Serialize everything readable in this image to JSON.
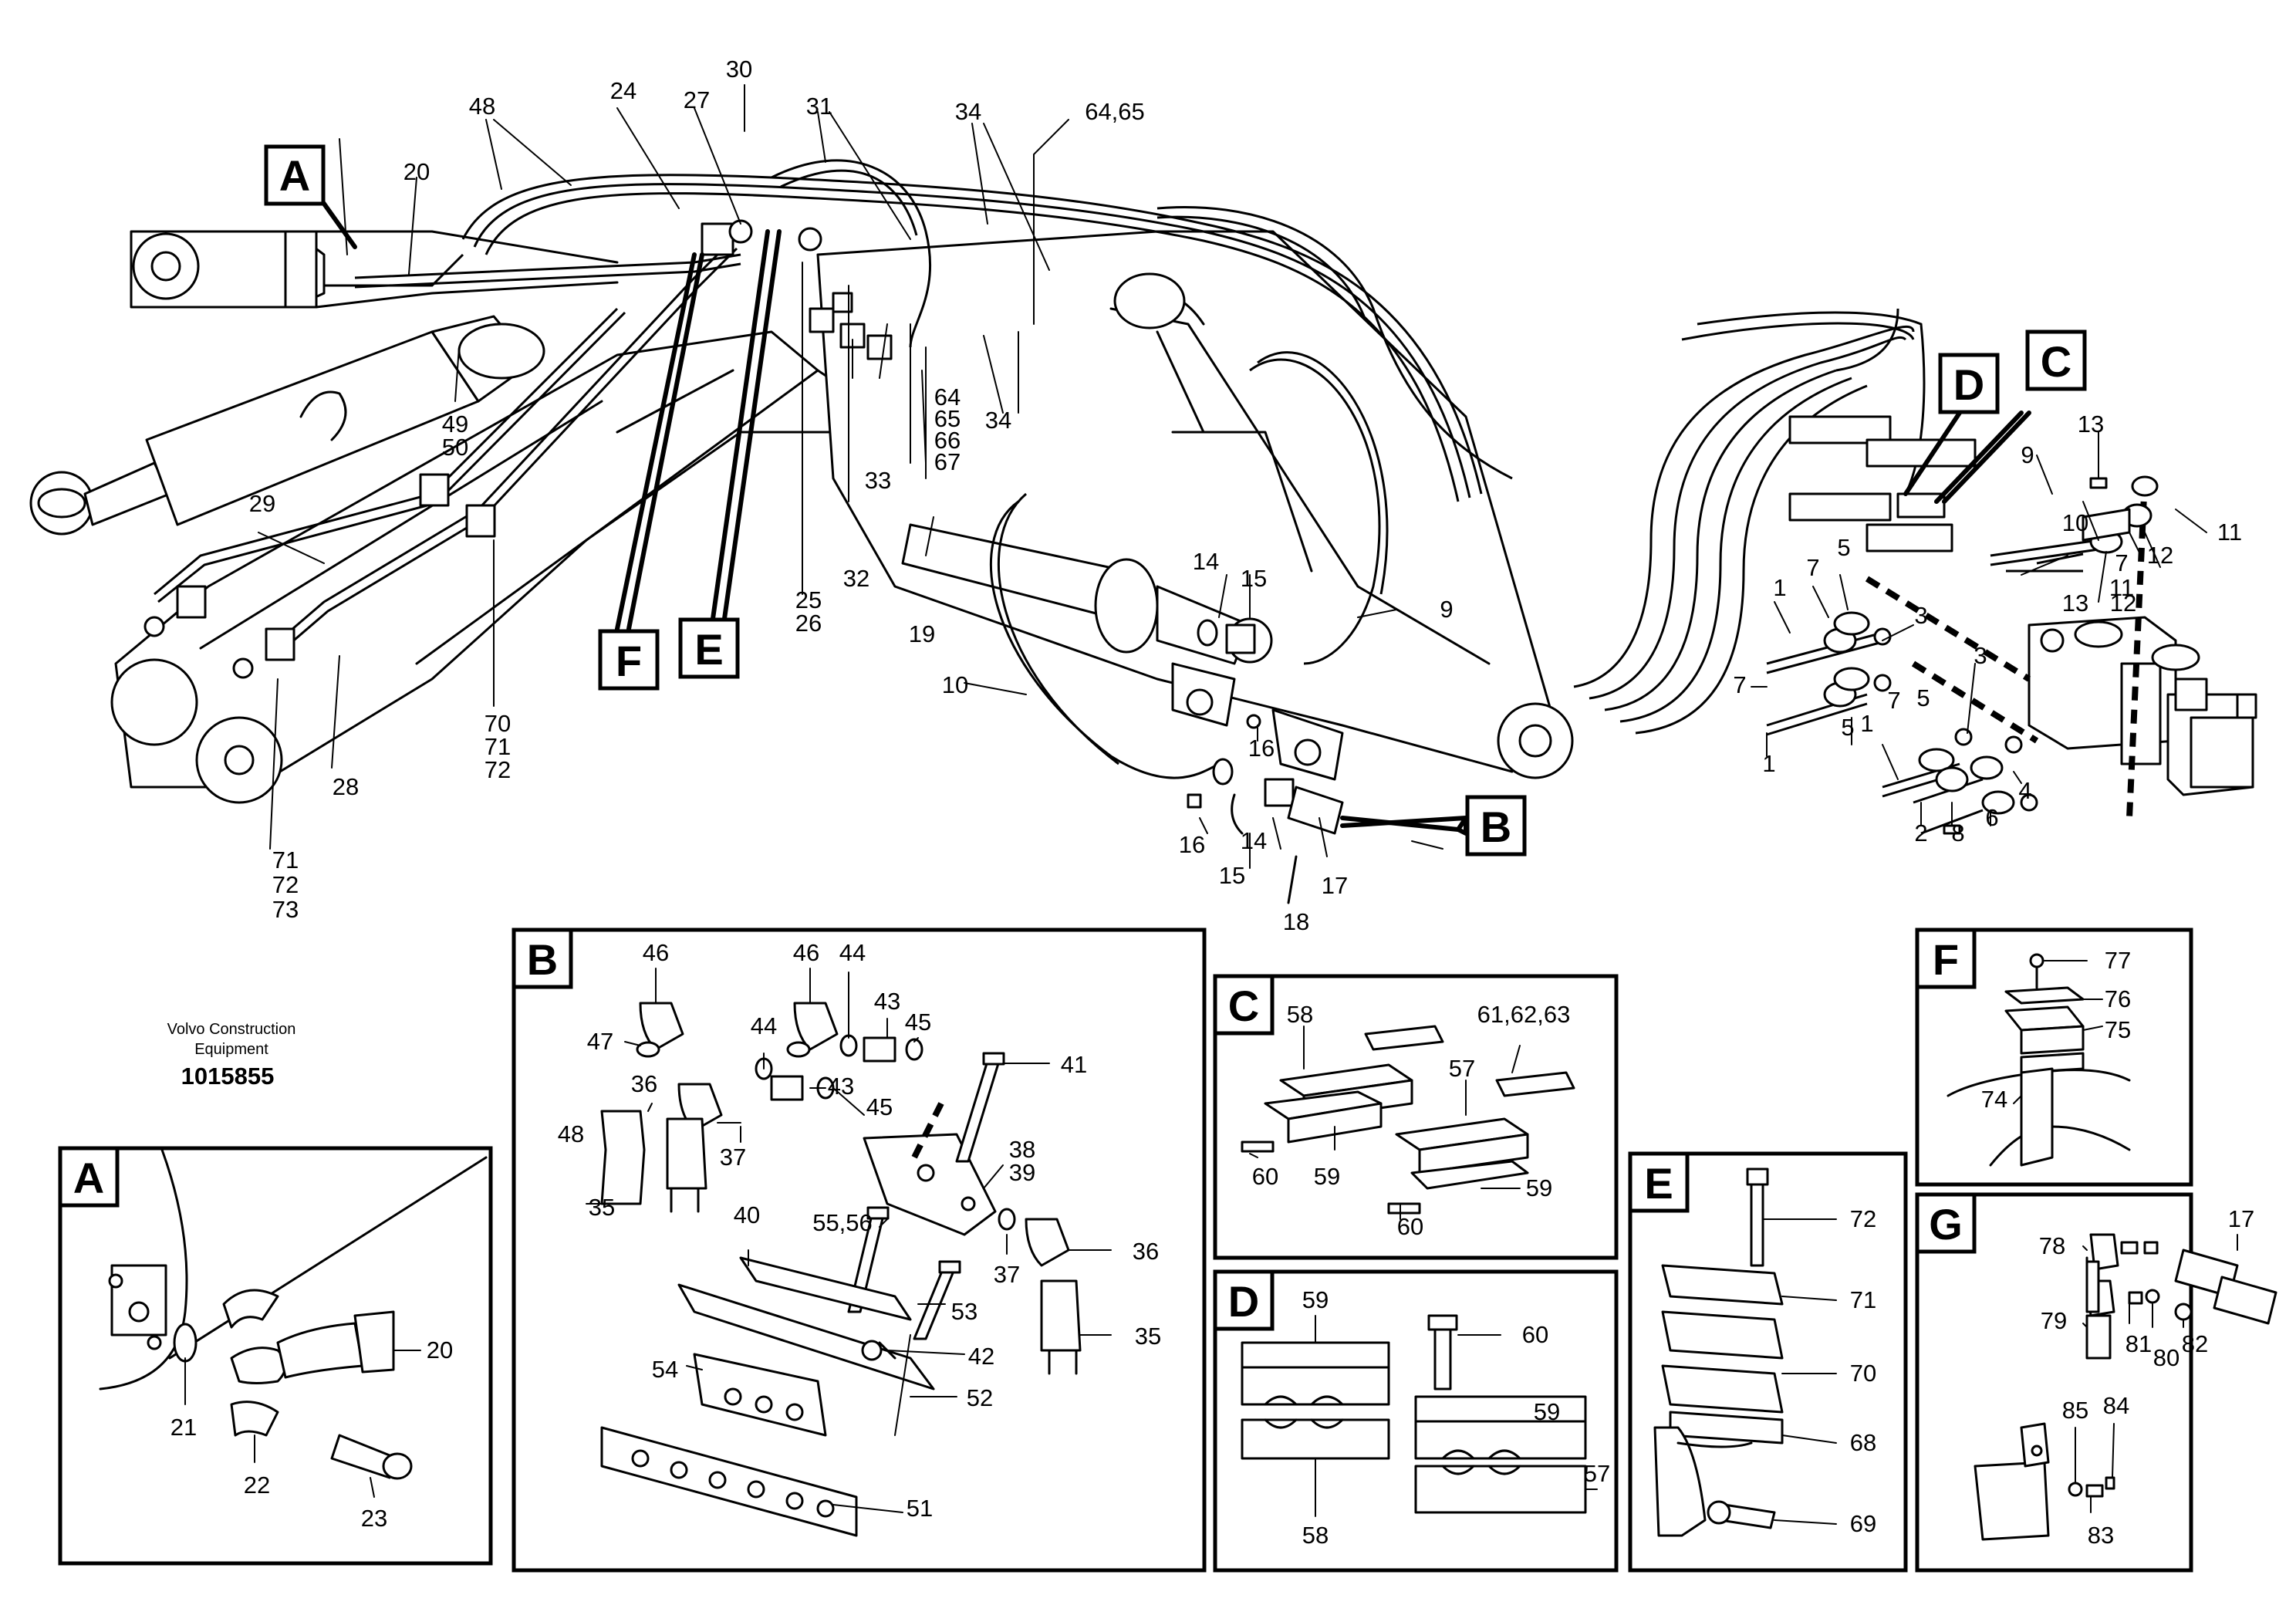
{
  "manufacturer": {
    "name_line1": "Volvo Construction",
    "name_line2": "Equipment",
    "document_number": "1015855"
  },
  "view_tags": {
    "A": "A",
    "B": "B",
    "C": "C",
    "D": "D",
    "E": "E",
    "F": "F",
    "G": "G"
  },
  "callouts": {
    "c1a": "1",
    "c1b": "1",
    "c1c": "1",
    "c2": "2",
    "c3a": "3",
    "c3b": "3",
    "c4": "4",
    "c5a": "5",
    "c5b": "5",
    "c5c": "5",
    "c6": "6",
    "c7a": "7",
    "c7b": "7",
    "c7c": "7",
    "c7d": "7",
    "c8": "8",
    "c9a": "9",
    "c9b": "9",
    "c10a": "10",
    "c10b": "10",
    "c11a": "11",
    "c11b": "11",
    "c12a": "12",
    "c12b": "12",
    "c13a": "13",
    "c13b": "13",
    "c14a": "14",
    "c14b": "14",
    "c15a": "15",
    "c15b": "15",
    "c16a": "16",
    "c16b": "16",
    "c17": "17",
    "c18": "18",
    "c19": "19",
    "c20": "20",
    "c24": "24",
    "c25": "25",
    "c26": "26",
    "c27": "27",
    "c28": "28",
    "c29": "29",
    "c30": "30",
    "c31": "31",
    "c32": "32",
    "c33": "33",
    "c34a": "34",
    "c34b": "34",
    "c48": "48",
    "c49": "49",
    "c50": "50",
    "c6465": "64,65",
    "c64": "64",
    "c65": "65",
    "c66": "66",
    "c67": "67",
    "c70": "70",
    "c71": "71",
    "c72": "72",
    "c71b": "71",
    "c72b": "72",
    "c73": "73"
  },
  "detail_A": {
    "c20": "20",
    "c21": "21",
    "c22": "22",
    "c23": "23"
  },
  "detail_B": {
    "c46a": "46",
    "c46b": "46",
    "c44a": "44",
    "c44b": "44",
    "c47": "47",
    "c43a": "43",
    "c43b": "43",
    "c45a": "45",
    "c45b": "45",
    "c41": "41",
    "c36a": "36",
    "c36b": "36",
    "c48": "48",
    "c37a": "37",
    "c37b": "37",
    "c38": "38",
    "c39": "39",
    "c35a": "35",
    "c35b": "35",
    "c40": "40",
    "c5556": "55,56",
    "c53": "53",
    "c42": "42",
    "c54": "54",
    "c52": "52",
    "c51": "51"
  },
  "detail_C": {
    "c58": "58",
    "c616263": "61,62,63",
    "c57": "57",
    "c60a": "60",
    "c59a": "59",
    "c60b": "60",
    "c59b": "59"
  },
  "detail_D": {
    "c59a": "59",
    "c60": "60",
    "c59b": "59",
    "c58": "58",
    "c57": "57"
  },
  "detail_E": {
    "c72": "72",
    "c71": "71",
    "c70": "70",
    "c68": "68",
    "c69": "69"
  },
  "detail_F": {
    "c77": "77",
    "c76": "76",
    "c75": "75",
    "c74": "74"
  },
  "detail_G": {
    "c78": "78",
    "c17": "17",
    "c79": "79",
    "c81": "81",
    "c80": "80",
    "c82": "82",
    "c85": "85",
    "c84": "84",
    "c83": "83"
  }
}
